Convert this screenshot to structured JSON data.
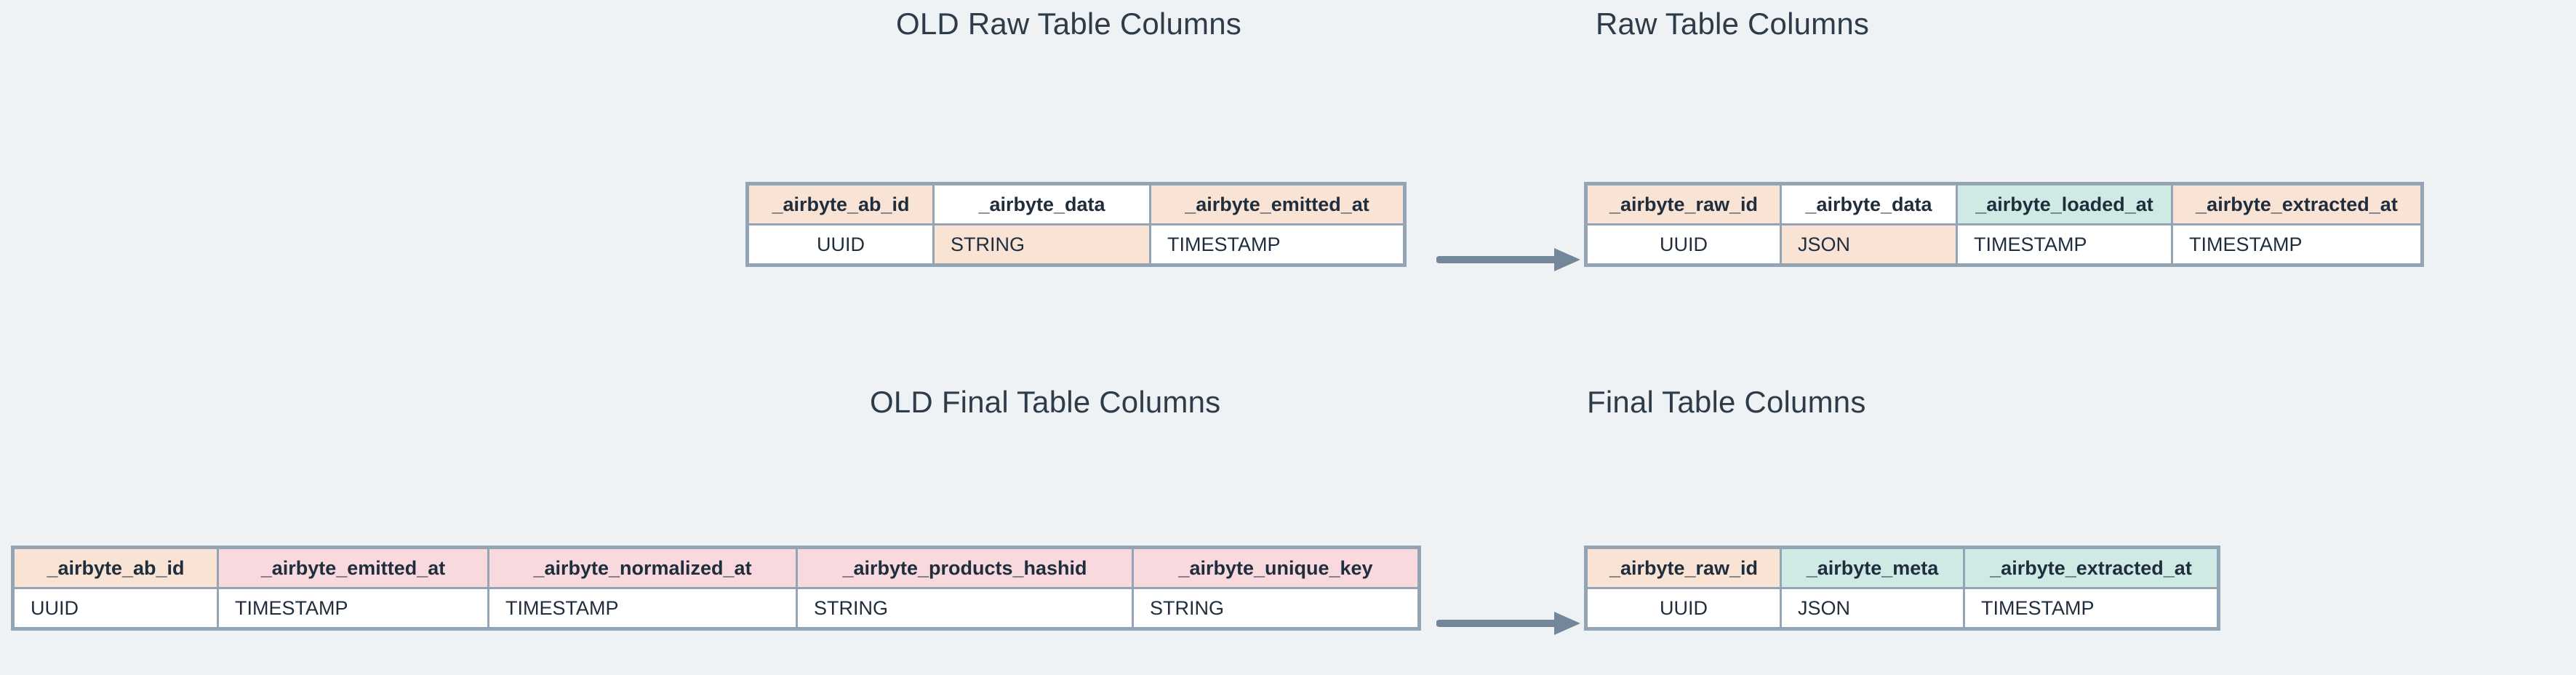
{
  "canvas": {
    "background_color": "#eff2f5",
    "border_color": "#93a5b5",
    "title_color": "#2e3b49"
  },
  "palette": {
    "orange": "#f8e3d5",
    "teal": "#cfe9e5",
    "pink": "#f7d9de",
    "white": "#ffffff",
    "arrow": "#74869a"
  },
  "sections": {
    "old_raw": {
      "title": "OLD Raw Table Columns",
      "table": {
        "headers": [
          "_airbyte_ab_id",
          "_airbyte_data",
          "_airbyte_emitted_at"
        ],
        "header_colors": [
          "orange",
          "white",
          "orange"
        ],
        "types": [
          "UUID",
          "STRING",
          "TIMESTAMP"
        ],
        "type_colors": [
          "white",
          "orange",
          "white"
        ]
      }
    },
    "new_raw": {
      "title": "Raw Table Columns",
      "table": {
        "headers": [
          "_airbyte_raw_id",
          "_airbyte_data",
          "_airbyte_loaded_at",
          "_airbyte_extracted_at"
        ],
        "header_colors": [
          "orange",
          "white",
          "teal",
          "orange"
        ],
        "types": [
          "UUID",
          "JSON",
          "TIMESTAMP",
          "TIMESTAMP"
        ],
        "type_colors": [
          "white",
          "orange",
          "white",
          "white"
        ]
      }
    },
    "old_final": {
      "title": "OLD Final Table Columns",
      "table": {
        "headers": [
          "_airbyte_ab_id",
          "_airbyte_emitted_at",
          "_airbyte_normalized_at",
          "_airbyte_products_hashid",
          "_airbyte_unique_key"
        ],
        "header_colors": [
          "orange",
          "pink",
          "pink",
          "pink",
          "pink"
        ],
        "types": [
          "UUID",
          "TIMESTAMP",
          "TIMESTAMP",
          "STRING",
          "STRING"
        ],
        "type_colors": [
          "white",
          "white",
          "white",
          "white",
          "white"
        ]
      }
    },
    "new_final": {
      "title": "Final Table Columns",
      "table": {
        "headers": [
          "_airbyte_raw_id",
          "_airbyte_meta",
          "_airbyte_extracted_at"
        ],
        "header_colors": [
          "orange",
          "teal",
          "teal"
        ],
        "types": [
          "UUID",
          "JSON",
          "TIMESTAMP"
        ],
        "type_colors": [
          "white",
          "white",
          "white"
        ]
      }
    }
  },
  "arrows": {
    "raw": {
      "label": "transition-arrow-raw",
      "direction": "right"
    },
    "final": {
      "label": "transition-arrow-final",
      "direction": "right"
    }
  }
}
